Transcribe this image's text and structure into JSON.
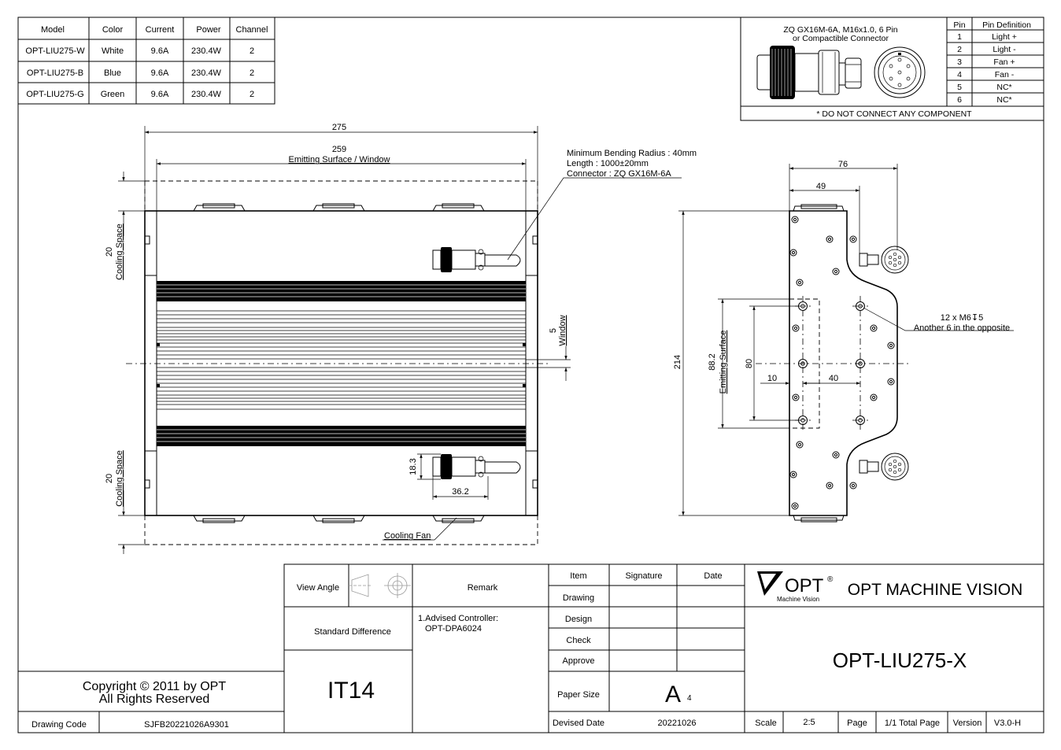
{
  "model_table": {
    "headers": [
      "Model",
      "Color",
      "Current",
      "Power",
      "Channel"
    ],
    "rows": [
      [
        "OPT-LIU275-W",
        "White",
        "9.6A",
        "230.4W",
        "2"
      ],
      [
        "OPT-LIU275-B",
        "Blue",
        "9.6A",
        "230.4W",
        "2"
      ],
      [
        "OPT-LIU275-G",
        "Green",
        "9.6A",
        "230.4W",
        "2"
      ]
    ]
  },
  "connector_box": {
    "title_line1": "ZQ GX16M-6A, M16x1.0, 6 Pin",
    "title_line2": "or Compactible Connector",
    "pin_header": "Pin",
    "def_header": "Pin Definition",
    "pins": [
      [
        "1",
        "Light +"
      ],
      [
        "2",
        "Light -"
      ],
      [
        "3",
        "Fan +"
      ],
      [
        "4",
        "Fan -"
      ],
      [
        "5",
        "NC*"
      ],
      [
        "6",
        "NC*"
      ]
    ],
    "footnote": "* DO NOT CONNECT ANY COMPONENT"
  },
  "front_view": {
    "dim_275": "275",
    "dim_259": "259",
    "dim_259_label": "Emitting Surface / Window",
    "cable_note_1": "Minimum Bending Radius : 40mm",
    "cable_note_2": "Length : 1000±20mm",
    "cable_note_3": "Connector : ZQ GX16M-6A",
    "cooling_top_value": "20",
    "cooling_top_label": "Cooling Space",
    "cooling_bottom_value": "20",
    "cooling_bottom_label": "Cooling Space",
    "window_value": "5",
    "window_label": "Window",
    "dim_18_3": "18.3",
    "dim_36_2": "36.2",
    "cooling_fan_label": "Cooling Fan"
  },
  "side_view": {
    "dim_76": "76",
    "dim_49": "49",
    "dim_214": "214",
    "dim_88_2": "88.2",
    "dim_88_2_label": "Emitting Surface",
    "dim_80": "80",
    "dim_10": "10",
    "dim_40": "40",
    "hole_note_1": "12 x M6↧5",
    "hole_note_2": "Another 6 in the opposite"
  },
  "title_block": {
    "view_angle": "View Angle",
    "remark": "Remark",
    "standard_difference": "Standard Difference",
    "remark_text_1": "1.Advised Controller:",
    "remark_text_2": "OPT-DPA6024",
    "tolerance": "IT14",
    "item": "Item",
    "signature": "Signature",
    "date": "Date",
    "drawing": "Drawing",
    "design": "Design",
    "check": "Check",
    "approve": "Approve",
    "paper_size": "Paper Size",
    "paper_value": "A",
    "paper_sub": "4",
    "devised_date_label": "Devised Date",
    "devised_date": "20221026",
    "scale_label": "Scale",
    "scale": "2:5",
    "page_label": "Page",
    "page_value": "1/1 Total Page",
    "version_label": "Version",
    "version": "V3.0-H",
    "logo_text": "OPT",
    "logo_reg": "®",
    "logo_sub": "Machine Vision",
    "company": "OPT MACHINE VISION",
    "part_number": "OPT-LIU275-X",
    "copyright_1": "Copyright © 2011 by OPT",
    "copyright_2": "All Rights Reserved",
    "drawing_code_label": "Drawing Code",
    "drawing_code": "SJFB20221026A9301"
  }
}
